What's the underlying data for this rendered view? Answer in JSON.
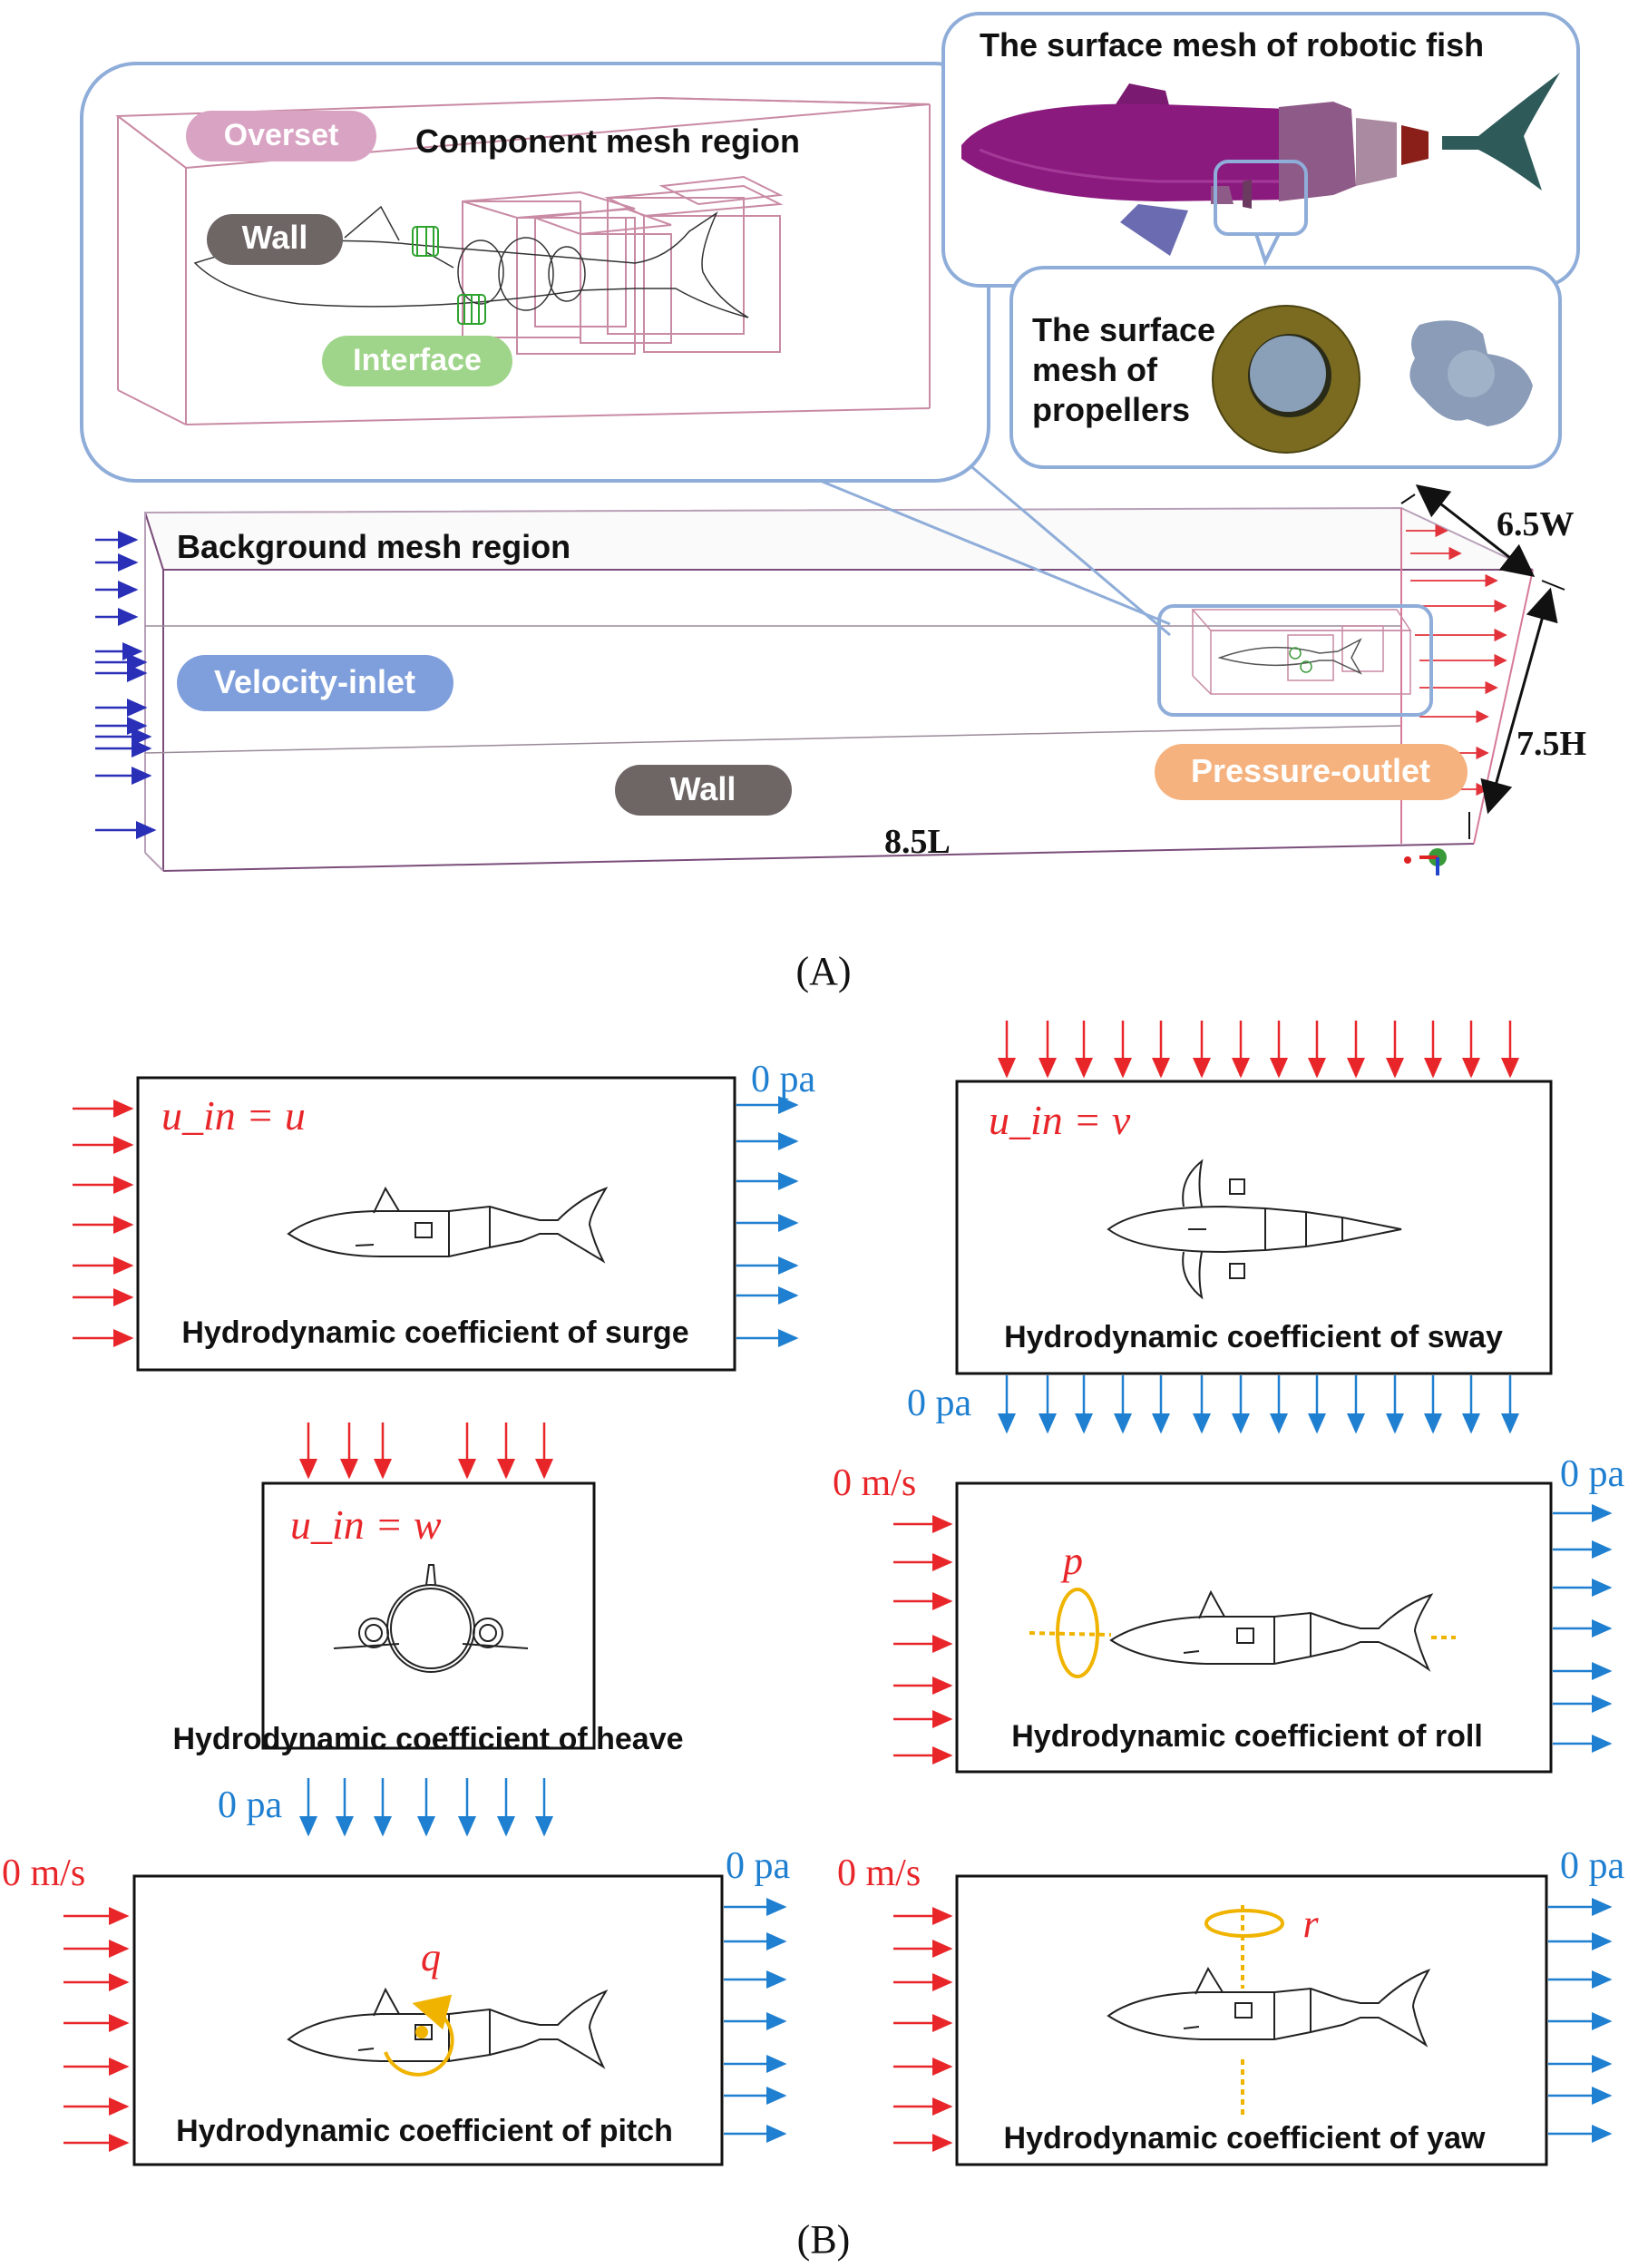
{
  "panel_a": {
    "caption": "(A)",
    "component_region_label": "Component mesh region",
    "overset_tag": "Overset",
    "wall_tag": "Wall",
    "interface_tag": "Interface",
    "fish_mesh_title": "The surface mesh of robotic fish",
    "propeller_mesh_label": [
      "The surface",
      "mesh of",
      "propellers"
    ],
    "background_region_label": "Background mesh region",
    "velocity_inlet_tag": "Velocity-inlet",
    "bottom_wall_tag": "Wall",
    "pressure_outlet_tag": "Pressure-outlet",
    "dim_width": "6.5W",
    "dim_height": "7.5H",
    "dim_length": "8.5L"
  },
  "panel_b": {
    "caption": "(B)",
    "cases": {
      "surge": {
        "title": "Hydrodynamic coefficient of surge",
        "inlet": "u_in = u",
        "outlet": "0 pa"
      },
      "sway": {
        "title": "Hydrodynamic coefficient of sway",
        "inlet": "u_in = v",
        "outlet": "0 pa"
      },
      "heave": {
        "title": "Hydrodynamic coefficient of heave",
        "inlet": "u_in = w",
        "outlet": "0 pa"
      },
      "roll": {
        "title": "Hydrodynamic coefficient of roll",
        "inlet": "0 m/s",
        "outlet": "0 pa",
        "rotation": "p"
      },
      "pitch": {
        "title": "Hydrodynamic coefficient of pitch",
        "inlet": "0 m/s",
        "outlet": "0 pa",
        "rotation": "q"
      },
      "yaw": {
        "title": "Hydrodynamic coefficient of yaw",
        "inlet": "0 m/s",
        "outlet": "0 pa",
        "rotation": "r"
      }
    }
  },
  "colors": {
    "inlet_arrow": "#e8262a",
    "outlet_arrow": "#1f7fd0",
    "callout_border": "#8fadd9",
    "mesh_line": "#c98aa4",
    "background_arrow": "#2a2fb8",
    "overset_pill": "#d9a3c3",
    "wall_pill": "#6e6565",
    "interface_pill": "#9fd58a",
    "velocity_pill": "#7f9fdc",
    "pressure_pill": "#f5b27e",
    "rotation": "#f0b400",
    "fish_body": "#8b1a7f"
  }
}
